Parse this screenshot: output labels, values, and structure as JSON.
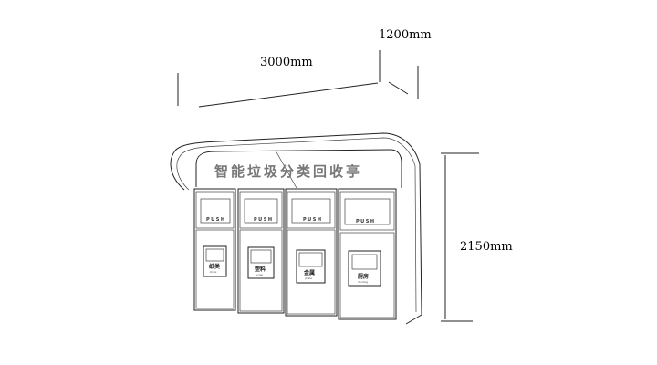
{
  "dimensions": {
    "width": "3000mm",
    "depth": "1200mm",
    "height": "2150mm"
  },
  "sign_text": "智能垃圾分类回收亭",
  "bins": [
    {
      "push": "PUSH",
      "label": "纸类",
      "pinyin": "zhi lei"
    },
    {
      "push": "PUSH",
      "label": "塑料",
      "pinyin": "su liao"
    },
    {
      "push": "PUSH",
      "label": "金属",
      "pinyin": "jin shu"
    },
    {
      "push": "PUSH",
      "label": "厨房",
      "pinyin": "chu fang"
    }
  ]
}
